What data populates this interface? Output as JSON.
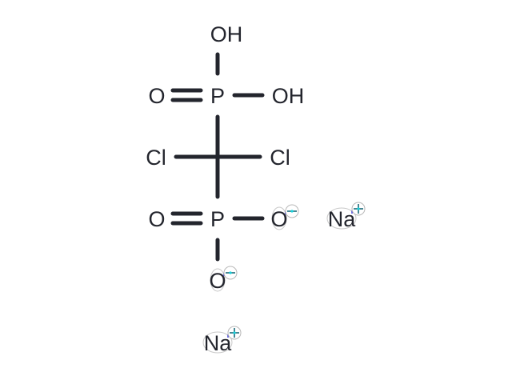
{
  "diagram": {
    "type": "chemical-structure",
    "compound_description": "Clodronate disodium structure",
    "colors": {
      "ink": "#23252d",
      "charge_accent": "#19d3dd",
      "charge_ring": "#b8b8b8"
    },
    "atoms": {
      "top_oh": "OH",
      "upper_o": "O",
      "upper_p": "P",
      "upper_oh": "OH",
      "cl_left": "Cl",
      "cl_right": "Cl",
      "lower_o": "O",
      "lower_p": "P",
      "lower_o_right": "O",
      "lower_o_bottom": "O",
      "na_right": "Na",
      "na_bottom": "Na"
    },
    "charges": {
      "lower_o_right": "−",
      "lower_o_bottom": "−",
      "na_right": "+",
      "na_bottom": "+"
    }
  }
}
